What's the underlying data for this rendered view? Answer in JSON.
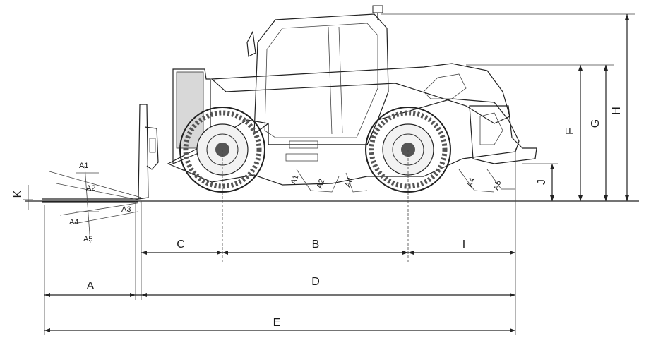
{
  "diagram": {
    "labels": {
      "A": "A",
      "B": "B",
      "C": "C",
      "D": "D",
      "E": "E",
      "I": "I",
      "F": "F",
      "G": "G",
      "H": "H",
      "J": "J",
      "K": "K"
    },
    "angle_labels": {
      "a1": "A1",
      "a2": "A2",
      "a3": "A3",
      "a4": "A4",
      "a5": "A5"
    }
  }
}
